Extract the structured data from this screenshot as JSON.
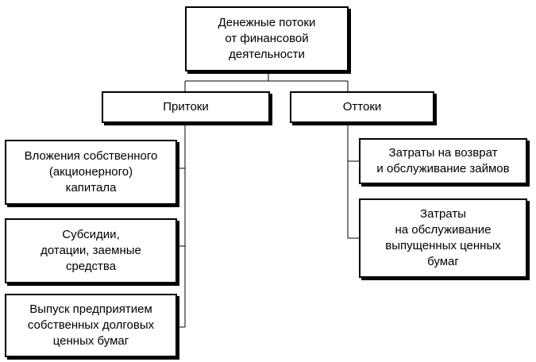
{
  "root": {
    "label": "Денежные потоки\nот финансовой\nдеятельности"
  },
  "inflows": {
    "label": "Притоки",
    "items": [
      {
        "label": "Вложения собственного\n(акционерного)\nкапитала"
      },
      {
        "label": "Субсидии,\nдотации, заемные\nсредства"
      },
      {
        "label": "Выпуск предприятием\nсобственных долговых\nценных бумаг"
      }
    ]
  },
  "outflows": {
    "label": "Оттоки",
    "items": [
      {
        "label": "Затраты на возврат\nи обслуживание займов"
      },
      {
        "label": "Затраты\nна обслуживание\nвыпущенных ценных\nбумаг"
      }
    ]
  }
}
